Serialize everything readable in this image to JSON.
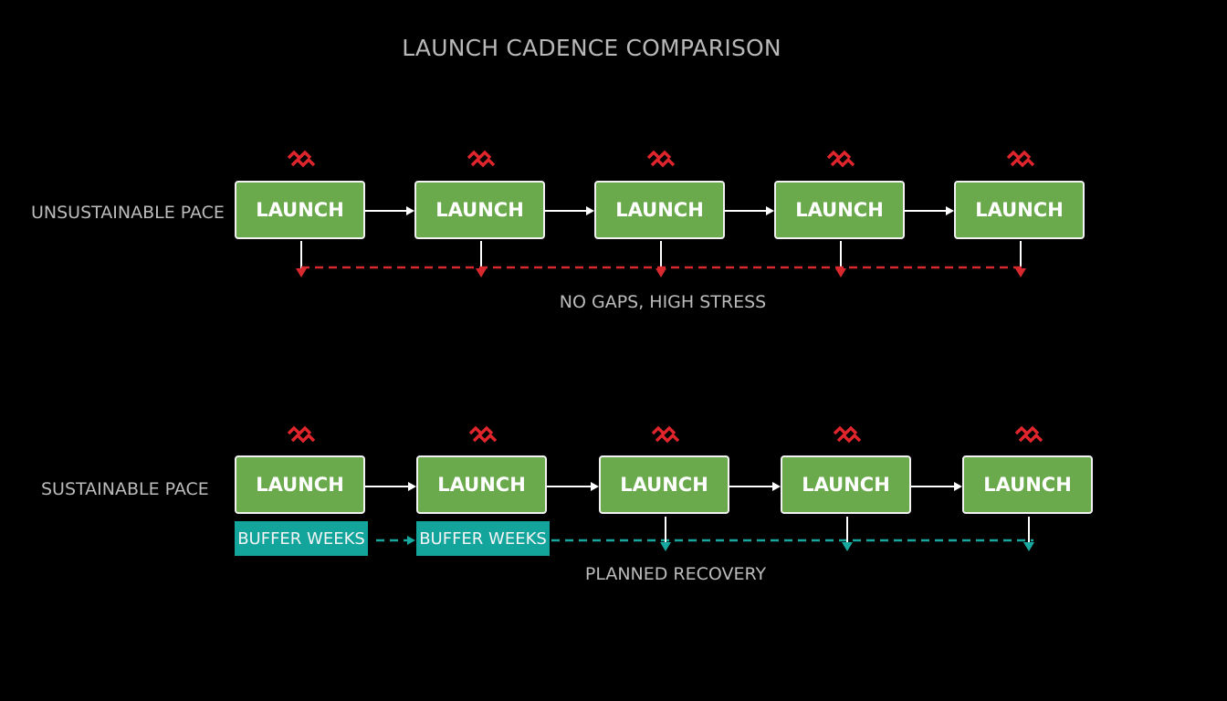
{
  "title": "LAUNCH CADENCE COMPARISON",
  "colors": {
    "background": "#000000",
    "launch_fill": "#6aaa4c",
    "launch_border": "#f2f2f2",
    "stress_icon": "#e0262c",
    "unsustainable_dash": "#d82a2e",
    "buffer_fill": "#13a49c",
    "sustainable_dash": "#17a8a0",
    "text": "#b8b8b8"
  },
  "unsustainable": {
    "label": "UNSUSTAINABLE PACE",
    "caption": "NO GAPS, HIGH STRESS",
    "launches": [
      "LAUNCH",
      "LAUNCH",
      "LAUNCH",
      "LAUNCH",
      "LAUNCH"
    ],
    "icons": [
      "stress-icon",
      "stress-icon",
      "stress-icon",
      "stress-icon",
      "stress-icon"
    ]
  },
  "sustainable": {
    "label": "SUSTAINABLE PACE",
    "caption": "PLANNED RECOVERY",
    "launches": [
      "LAUNCH",
      "LAUNCH",
      "LAUNCH",
      "LAUNCH",
      "LAUNCH"
    ],
    "buffers": [
      "BUFFER WEEKS",
      "BUFFER WEEKS"
    ],
    "icons": [
      "stress-icon",
      "stress-icon",
      "stress-icon",
      "stress-icon",
      "stress-icon"
    ]
  }
}
